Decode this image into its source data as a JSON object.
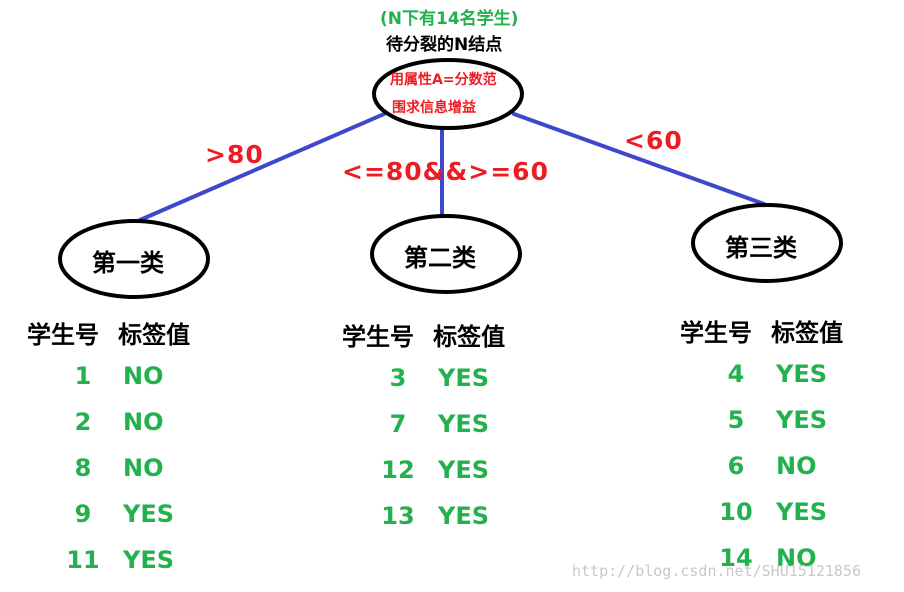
{
  "root": {
    "note": "(N下有14名学生)",
    "title": "待分裂的N结点",
    "inner_line1": "用属性A=分数范",
    "inner_line2": "围求信息增益"
  },
  "edges": [
    {
      "label": ">80"
    },
    {
      "label": "<=80&&>=60"
    },
    {
      "label": "<60"
    }
  ],
  "children": [
    {
      "label": "第一类",
      "header": {
        "id": "学生号",
        "label": "标签值"
      },
      "rows": [
        {
          "id": "1",
          "label": "NO"
        },
        {
          "id": "2",
          "label": "NO"
        },
        {
          "id": "8",
          "label": "NO"
        },
        {
          "id": "9",
          "label": "YES"
        },
        {
          "id": "11",
          "label": "YES"
        }
      ]
    },
    {
      "label": "第二类",
      "header": {
        "id": "学生号",
        "label": "标签值"
      },
      "rows": [
        {
          "id": "3",
          "label": "YES"
        },
        {
          "id": "7",
          "label": "YES"
        },
        {
          "id": "12",
          "label": "YES"
        },
        {
          "id": "13",
          "label": "YES"
        }
      ]
    },
    {
      "label": "第三类",
      "header": {
        "id": "学生号",
        "label": "标签值"
      },
      "rows": [
        {
          "id": "4",
          "label": "YES"
        },
        {
          "id": "5",
          "label": "YES"
        },
        {
          "id": "6",
          "label": "NO"
        },
        {
          "id": "10",
          "label": "YES"
        },
        {
          "id": "14",
          "label": "NO"
        }
      ]
    }
  ],
  "watermark": "http://blog.csdn.net/SHU15121856",
  "colors": {
    "edge": "#3f48cc",
    "note": "#22b14c",
    "edge_label": "#ed1c24",
    "value": "#22b14c"
  }
}
